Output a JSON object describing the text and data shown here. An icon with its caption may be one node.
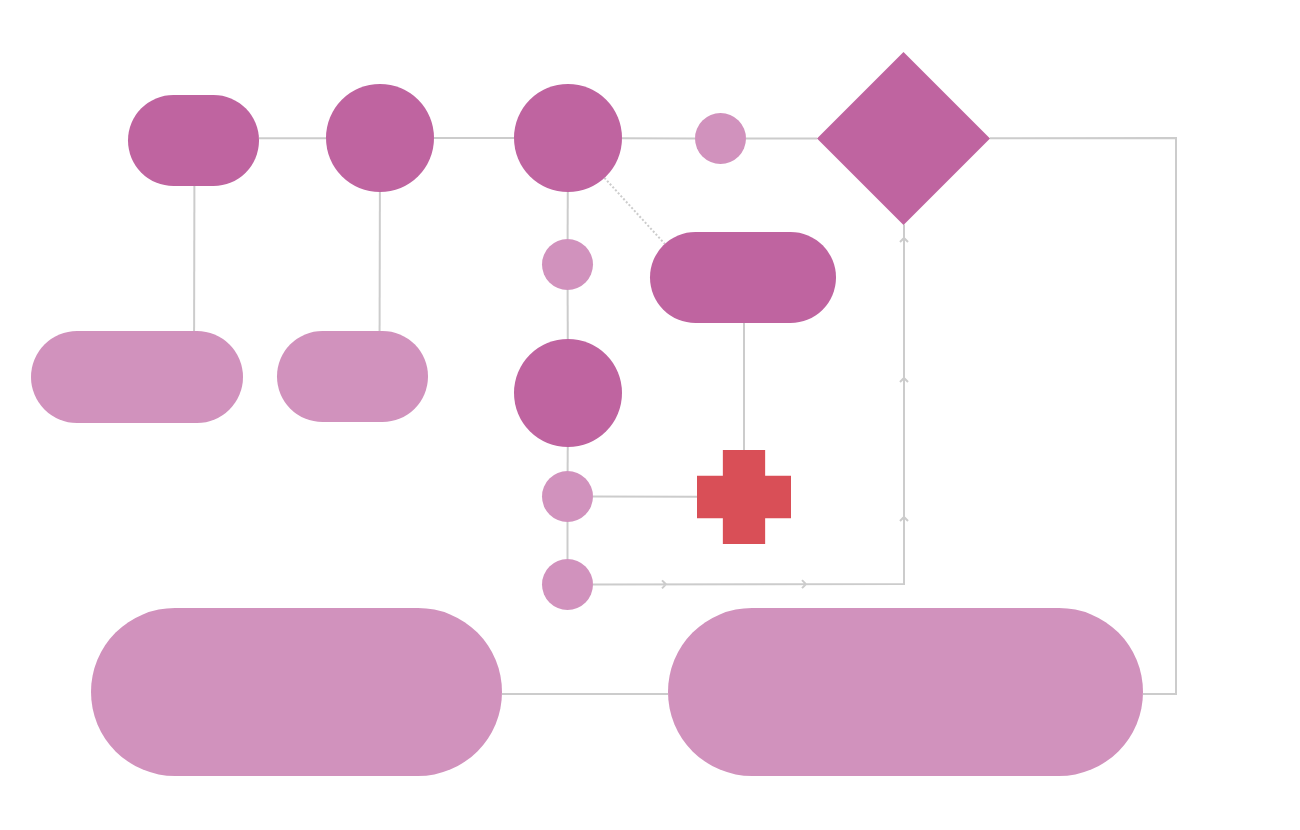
{
  "diagram": {
    "nodes": [
      {
        "text": [],
        "shape": "box"
      },
      {
        "text": [],
        "shape": "circle"
      },
      {
        "text": [],
        "shape": "circle"
      },
      {
        "text": [],
        "shape": "circle"
      },
      {
        "text": [],
        "shape": "diamond"
      },
      {
        "text": [],
        "shape": "circle"
      },
      {
        "text": [],
        "shape": "box"
      },
      {
        "text": [],
        "shape": "box"
      },
      {
        "text": [],
        "shape": "box"
      },
      {
        "text": [],
        "shape": "circle"
      },
      {
        "text": [],
        "shape": "cross"
      },
      {
        "text": [],
        "shape": "circle"
      },
      {
        "text": [],
        "shape": "circle"
      },
      {
        "text": [],
        "shape": "box"
      },
      {
        "text": [],
        "shape": "box"
      }
    ],
    "edges": [
      {
        "from": 0,
        "to": 1,
        "arrow": "none"
      },
      {
        "from": 1,
        "to": 2,
        "arrow": "none"
      },
      {
        "from": 2,
        "to": 3,
        "arrow": "none"
      },
      {
        "from": 3,
        "to": 4,
        "arrow": "none"
      },
      {
        "from": 0,
        "to": 7,
        "arrow": "none"
      },
      {
        "from": 1,
        "to": 8,
        "arrow": "none"
      },
      {
        "from": 2,
        "to": 5,
        "arrow": "none"
      },
      {
        "from": 5,
        "to": 9,
        "arrow": "none"
      },
      {
        "from": 9,
        "to": 11,
        "arrow": "none"
      },
      {
        "from": 11,
        "to": 12,
        "arrow": "none"
      },
      {
        "from": 2,
        "to": 6,
        "arrow": "none",
        "style": "dashed"
      },
      {
        "from": 6,
        "to": 10,
        "arrow": "none"
      },
      {
        "from": 11,
        "to": 10,
        "arrow": "none"
      },
      {
        "from": 12,
        "to": 4,
        "arrow": "to"
      },
      {
        "from": 4,
        "to": 14,
        "arrow": "none"
      },
      {
        "from": 13,
        "to": 14,
        "arrow": "none"
      }
    ]
  }
}
